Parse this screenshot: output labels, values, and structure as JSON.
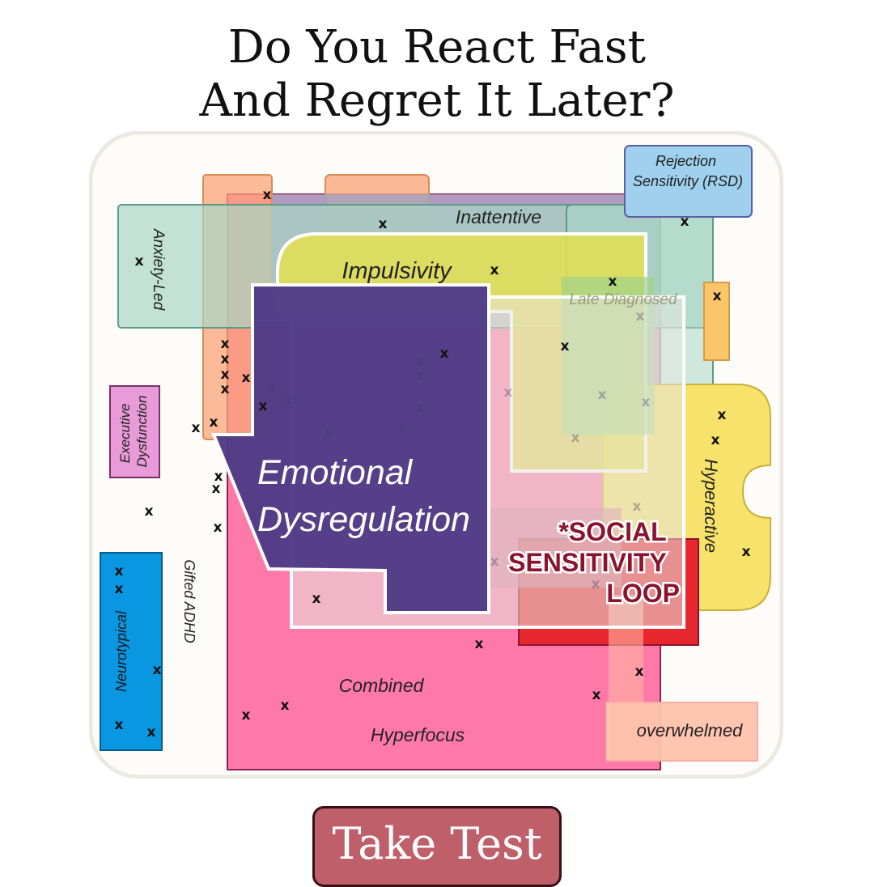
{
  "page": {
    "title_line1": "Do You React Fast",
    "title_line2": "And Regret It Later?",
    "cta_label": "Take Test"
  },
  "diagram": {
    "regions": {
      "anxiety_led": "Anxiety-Led",
      "inattentive": "Inattentive",
      "impulsivity": "Impulsivity",
      "late_diagnosed": "Late Diagnosed",
      "rejection_sensitivity": [
        "Rejection",
        "Sensitivity (RSD)"
      ],
      "executive_dysfunction": [
        "Executive",
        "Dysfunction"
      ],
      "emotional_dysregulation": [
        "Emotional",
        "Dysregulation"
      ],
      "social_sensitivity_loop": [
        "*SOCIAL",
        "SENSITIVITY",
        "LOOP"
      ],
      "hyperactive": "Hyperactive",
      "gifted_adhd": "Gifted ADHD",
      "neurotypical": "Neurotypical",
      "combined": "Combined",
      "hyperfocus": "Hyperfocus",
      "overwhelmed": "overwhelmed"
    },
    "marker_glyph": "x",
    "colors": {
      "combined_pink": "#ff79a8",
      "emotional_purple": "#4f3a86",
      "impulsivity_yellow": "#e4df50",
      "hyperactive_yellow": "#f7e26b",
      "anxiety_teal": "#a7d7c5",
      "rsd_blue": "#9fd1ee",
      "neurotypical_blue": "#0a97e2",
      "social_loop_maroon": "#8a1330",
      "cta_red": "#bf5f69"
    }
  }
}
